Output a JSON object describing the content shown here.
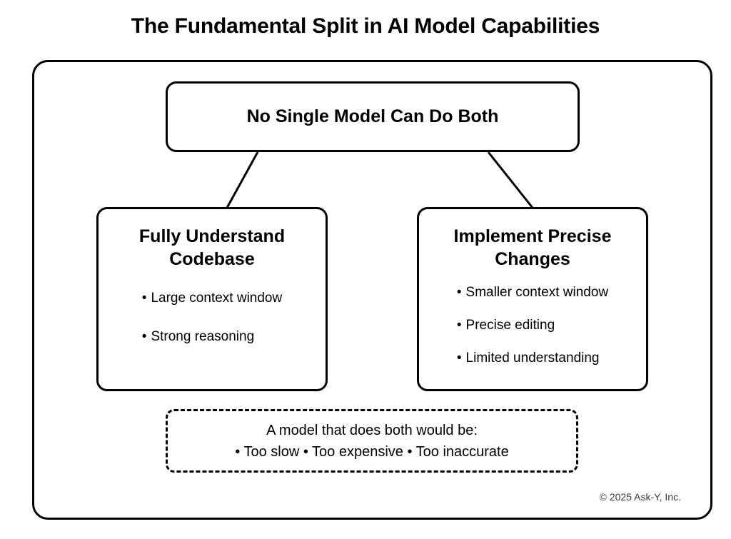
{
  "title": "The Fundamental Split in AI Model Capabilities",
  "diagram": {
    "type": "flow-split",
    "root": {
      "label": "No Single Model Can Do Both"
    },
    "branches": [
      {
        "id": "left",
        "title": "Fully Understand Codebase",
        "bullets": [
          "Large context window",
          "Strong reasoning"
        ]
      },
      {
        "id": "right",
        "title": "Implement Precise Changes",
        "bullets": [
          "Smaller context window",
          "Precise editing",
          "Limited understanding"
        ]
      }
    ],
    "note": {
      "line1": "A model that does both would be:",
      "line2": "• Too slow • Too expensive • Too inaccurate"
    },
    "bullet_glyph": "•",
    "colors": {
      "stroke": "#000000",
      "background": "#ffffff",
      "text": "#000000",
      "footnote_text": "#3a3a3a"
    }
  },
  "footer": {
    "copyright": "© 2025 Ask-Y, Inc."
  }
}
